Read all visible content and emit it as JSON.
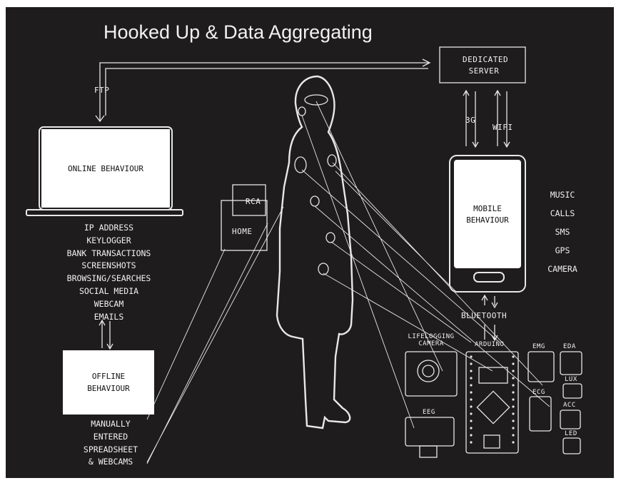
{
  "title": "Hooked Up & Data Aggregating",
  "server": {
    "line1": "DEDICATED",
    "line2": "SERVER"
  },
  "links": {
    "ftp": "FTP",
    "g3": "3G",
    "wifi": "WIFI",
    "bluetooth": "BLUETOOTH"
  },
  "laptop": {
    "label": "ONLINE BEHAVIOUR"
  },
  "online_items": [
    "IP ADDRESS",
    "KEYLOGGER",
    "BANK TRANSACTIONS",
    "SCREENSHOTS",
    "BROWSING/SEARCHES",
    "SOCIAL MEDIA",
    "WEBCAM",
    "EMAILS"
  ],
  "offline": {
    "line1": "OFFLINE",
    "line2": "BEHAVIOUR"
  },
  "offline_items": [
    "MANUALLY",
    "ENTERED",
    "SPREADSHEET",
    "& WEBCAMS"
  ],
  "rca": "RCA",
  "home": "HOME",
  "phone": {
    "line1": "MOBILE",
    "line2": "BEHAVIOUR"
  },
  "mobile_items": [
    "MUSIC",
    "CALLS",
    "SMS",
    "GPS",
    "CAMERA"
  ],
  "sensors": {
    "lifelogging_line1": "LIFELOGGING",
    "lifelogging_line2": "CAMERA",
    "arduino": "ARDUINO",
    "emg": "EMG",
    "eda": "EDA",
    "lux": "LUX",
    "ecg": "ECG",
    "acc": "ACC",
    "led": "LED",
    "eeg": "EEG"
  }
}
